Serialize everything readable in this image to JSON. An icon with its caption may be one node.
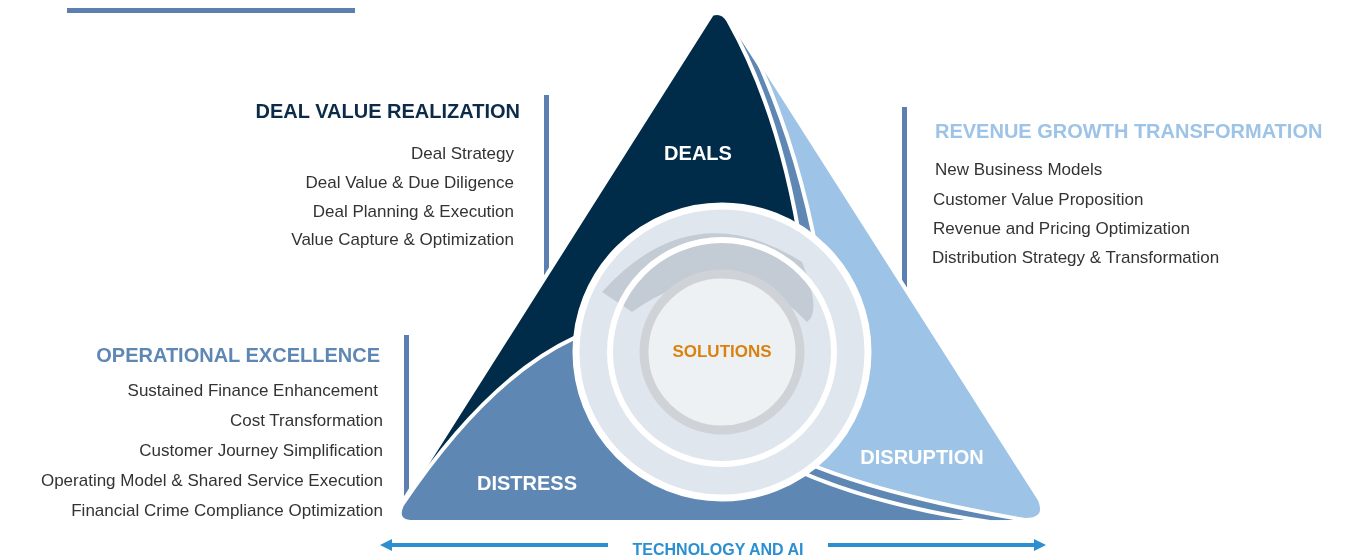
{
  "diagram": {
    "nodes": [
      {
        "text": [
          "DEALS"
        ]
      },
      {
        "text": [
          "DISRUPTION"
        ]
      },
      {
        "text": [
          "DISTRESS"
        ]
      },
      {
        "text": [
          "SOLUTIONS"
        ]
      }
    ],
    "labels": [
      "DEAL VALUE REALIZATION",
      "Deal Strategy",
      "Deal Value & Due Diligence",
      "Deal Planning & Execution",
      "Value Capture & Optimization",
      "REVENUE GROWTH TRANSFORMATION",
      "New Business Models",
      "Customer Value Proposition",
      "Revenue and Pricing Optimization",
      "Distribution Strategy & Transformation",
      "OPERATIONAL EXCELLENCE",
      "Sustained Finance Enhancement",
      "Cost Transformation",
      "Customer Journey Simplification",
      "Operating Model & Shared Service Execution",
      "Financial Crime Compliance Optimization",
      "TECHNOLOGY AND AI"
    ]
  }
}
